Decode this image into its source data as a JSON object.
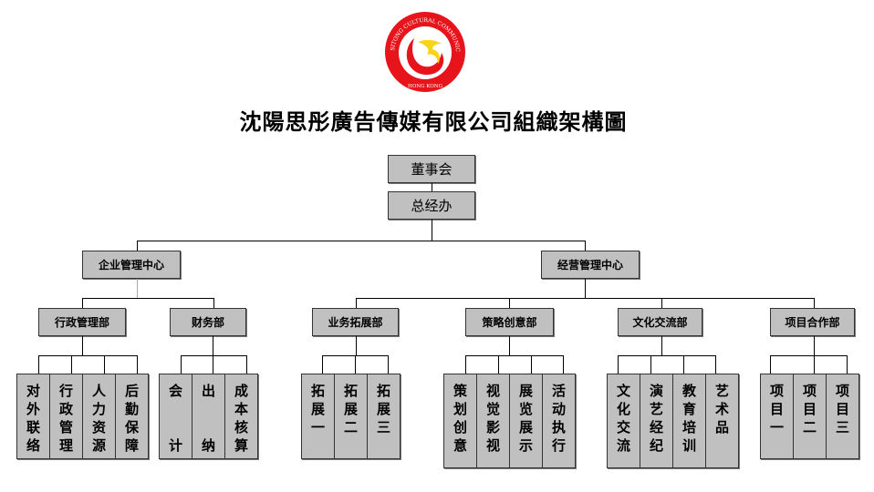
{
  "logo": {
    "ring_text": "SITONG CULTURAL COMMUNICATION CO.,LTD",
    "bottom_text": "HONG KONG",
    "colors": {
      "red": "#e8141b",
      "yellow": "#f7d417"
    }
  },
  "title": "沈陽思彤廣告傳媒有限公司組織架構圖",
  "board": "董事会",
  "gm_office": "总经办",
  "centers": {
    "enterprise": "企业管理中心",
    "operations": "经营管理中心"
  },
  "departments": {
    "admin": "行政管理部",
    "finance": "财务部",
    "business": "业务拓展部",
    "strategy": "策略创意部",
    "culture": "文化交流部",
    "project": "项目合作部"
  },
  "units": {
    "admin": [
      "对外联络",
      "行政管理",
      "人力资源",
      "后勤保障"
    ],
    "finance": [
      "会\n\n\n计",
      "出\n\n\n纳",
      "成本核算"
    ],
    "business": [
      "拓展一",
      "拓展二",
      "拓展三"
    ],
    "strategy": [
      "策划创意",
      "视觉影视",
      "展览展示",
      "活动执行"
    ],
    "culture": [
      "文化交流",
      "演艺经纪",
      "教育培训",
      "艺术品"
    ],
    "project": [
      "项目一",
      "项目二",
      "项目三"
    ]
  }
}
